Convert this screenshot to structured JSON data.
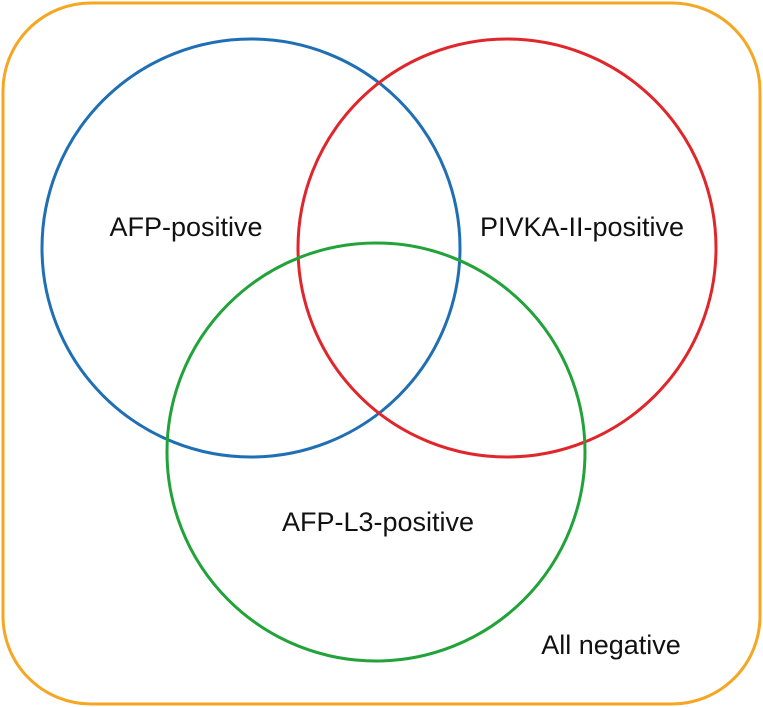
{
  "diagram": {
    "type": "venn",
    "universe": {
      "label": "All negative",
      "color": "#F5A623"
    },
    "sets": [
      {
        "id": "afp",
        "label": "AFP-positive",
        "color": "#1F6FB5"
      },
      {
        "id": "pivka",
        "label": "PIVKA-II-positive",
        "color": "#E0262B"
      },
      {
        "id": "afp-l3",
        "label": "AFP-L3-positive",
        "color": "#22A33A"
      }
    ]
  }
}
